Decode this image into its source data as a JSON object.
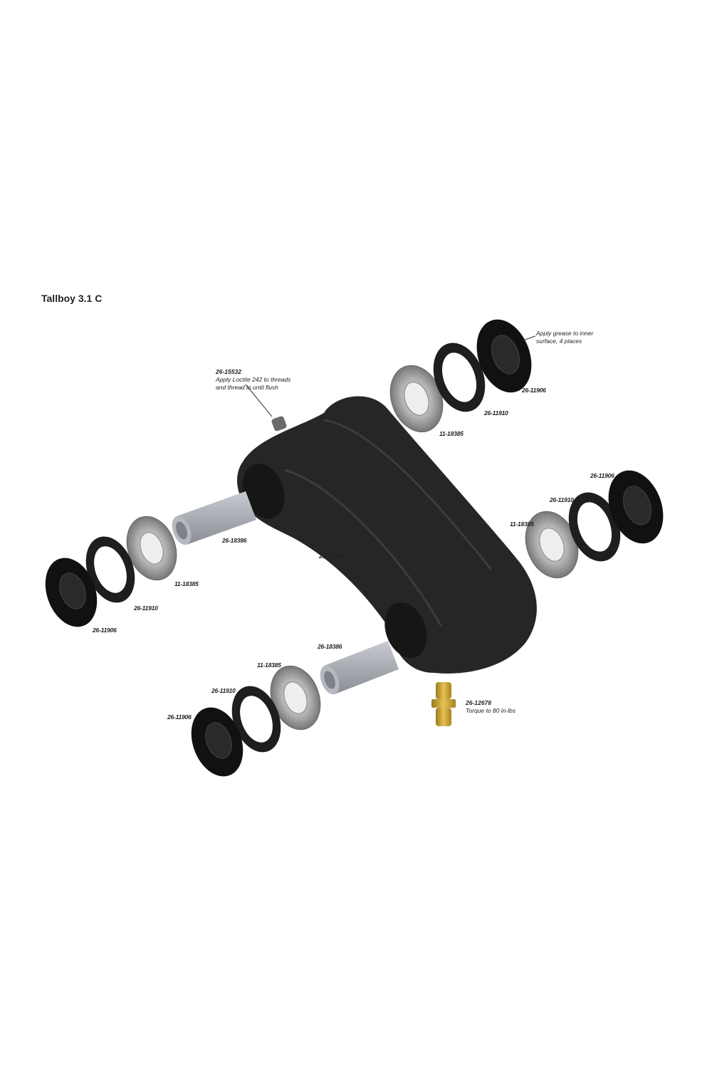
{
  "title": "Tallboy 3.1 C",
  "annotations": {
    "set_screw": {
      "part": "26-15532",
      "line1": "Apply Loctite 242 to threads",
      "line2": "and thread in until flush"
    },
    "grease": {
      "line1": "Apply grease to inner",
      "line2": "surface, 4 places"
    },
    "zerk": {
      "part": "26-12678",
      "line1": "Torque to 80 in-lbs"
    }
  },
  "labels": {
    "top_right_cup": "26-11906",
    "top_right_seal": "26-11910",
    "top_right_bearing": "11-18385",
    "mid_right_cup": "26-11906",
    "mid_right_seal": "26-11910",
    "mid_right_bearing": "11-18385",
    "left_axle": "26-18386",
    "link_body": "29-17023",
    "left_bearing": "11-18385",
    "left_seal": "26-11910",
    "left_cup": "26-11906",
    "bottom_axle": "26-18386",
    "bottom_bearing": "11-18385",
    "bottom_seal": "26-11910",
    "bottom_cup": "26-11906"
  },
  "colors": {
    "body": "#262626",
    "bearing": "#9a9a9a",
    "axle": "#a8acb2",
    "seal": "#1e1e1e",
    "brass": "#c9a030"
  }
}
